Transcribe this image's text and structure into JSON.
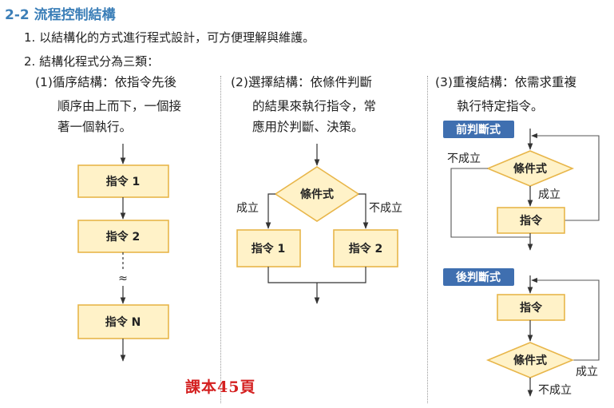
{
  "header": {
    "title": "2-2 流程控制結構",
    "point1": "1. 以結構化的方式進行程式設計，可方便理解與維護。",
    "point2": "2. 結構化程式分為三類："
  },
  "columns": {
    "sequence": {
      "line1": "(1)循序結構：依指令先後",
      "line2": "順序由上而下，一個接",
      "line3": "著一個執行。",
      "box1": "指令 1",
      "box2": "指令 2",
      "boxN": "指令 N",
      "gap": "≈"
    },
    "selection": {
      "line1": "(2)選擇結構：依條件判斷",
      "line2": "的結果來執行指令，常",
      "line3": "應用於判斷、決策。",
      "condition": "條件式",
      "yes": "成立",
      "no": "不成立",
      "box1": "指令 1",
      "box2": "指令 2"
    },
    "repetition": {
      "line1": "(3)重複結構：依需求重複",
      "line2": "執行特定指令。",
      "pretest_tag": "前判斷式",
      "pretest_condition": "條件式",
      "pretest_no": "不成立",
      "pretest_yes": "成立",
      "pretest_box": "指令",
      "posttest_tag": "後判斷式",
      "posttest_box": "指令",
      "posttest_condition": "條件式",
      "posttest_yes": "成立",
      "posttest_no": "不成立"
    }
  },
  "footnote": "課本45頁"
}
